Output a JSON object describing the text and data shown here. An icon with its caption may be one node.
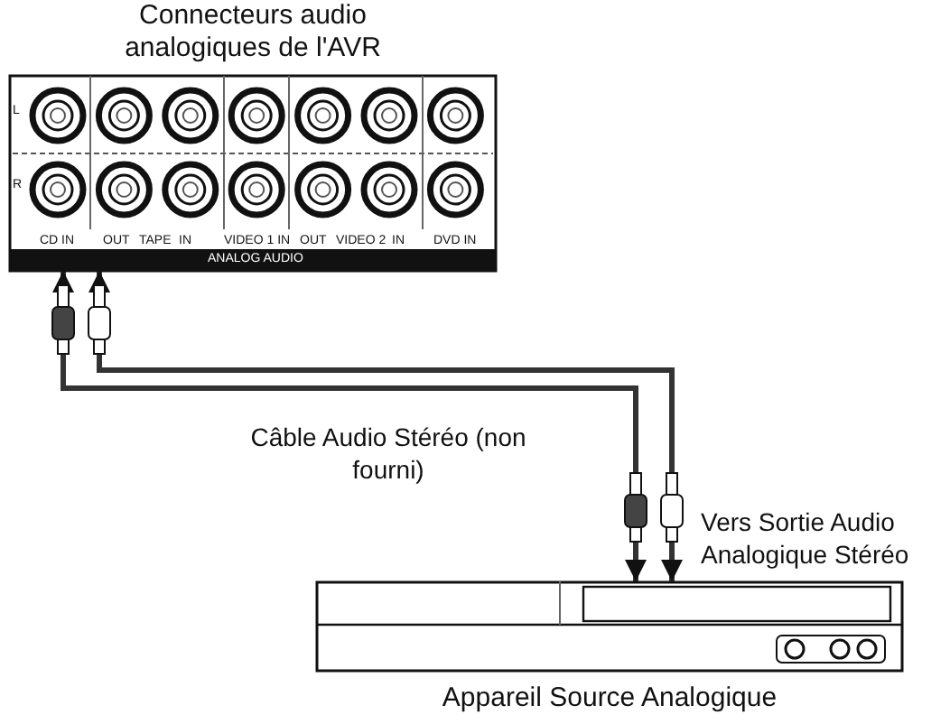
{
  "diagram": {
    "nodes": [
      {
        "text": [
          "Connecteurs audio analogiques de l'AVR"
        ]
      },
      {
        "text": [
          "Appareil Source Analogique"
        ],
        "beside": [
          "Vers Sortie Audio Analogique Stéréo"
        ]
      }
    ],
    "edges": [
      {
        "from": 1,
        "to": 0,
        "arrow": "both",
        "label": "Câble Audio Stéréo (non fourni)"
      },
      {
        "from": 1,
        "to": 0,
        "arrow": "both"
      }
    ],
    "labels": [
      "L",
      "R",
      "CD IN",
      "OUT",
      "TAPE",
      "IN",
      "VIDEO 1 IN",
      "OUT",
      "VIDEO 2",
      "IN",
      "DVD IN",
      "ANALOG AUDIO"
    ]
  }
}
